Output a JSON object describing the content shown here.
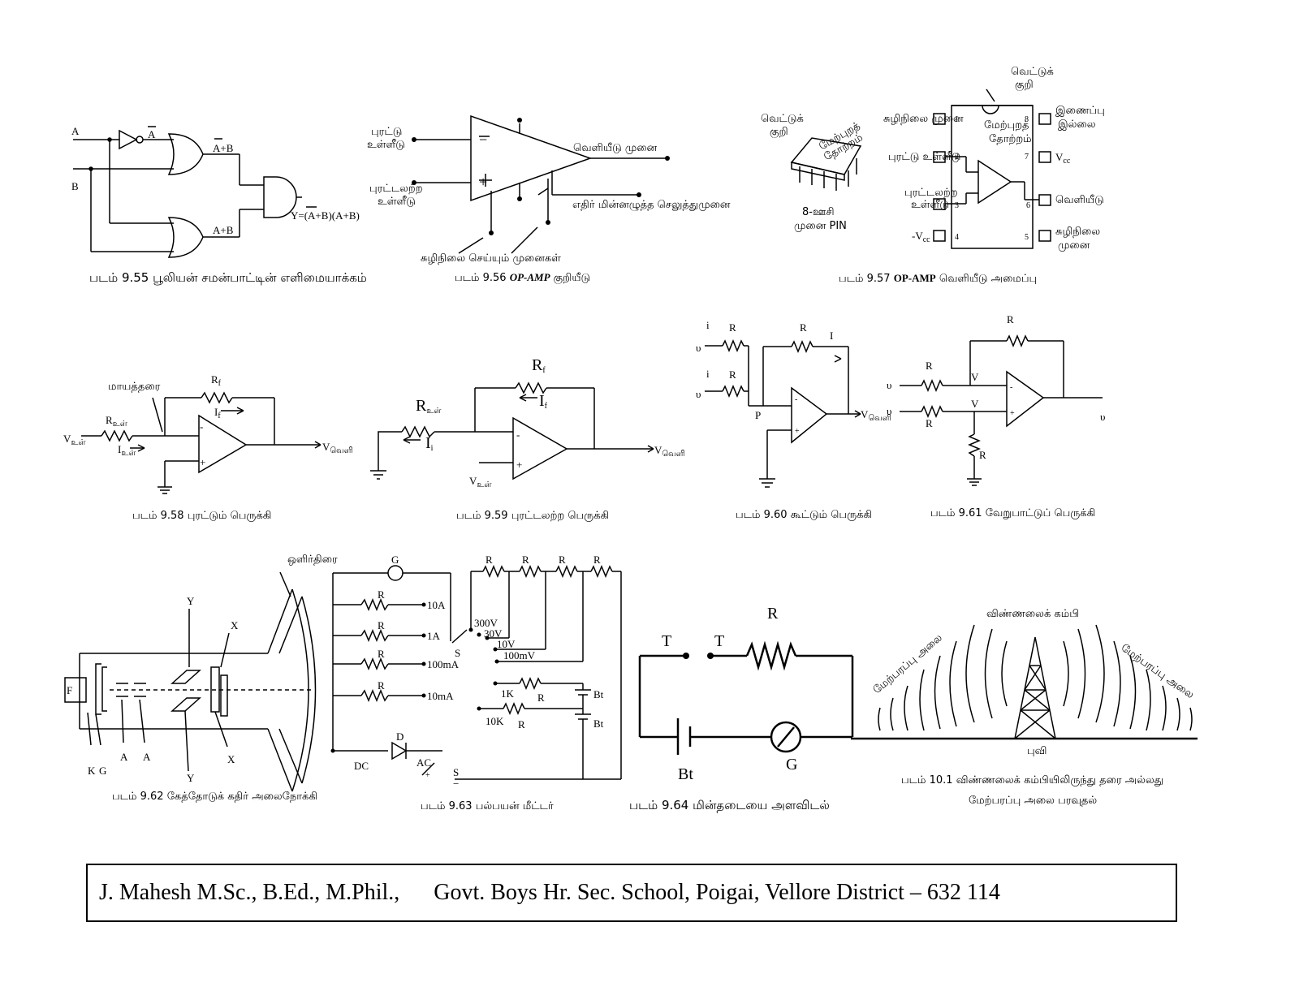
{
  "diagrams": {
    "d955": {
      "labels": {
        "A": "A",
        "B": "B",
        "Abar": "A",
        "AbarB": "A+B",
        "ApB": "A+B",
        "Y": "Y=(A+B)(A+B)"
      },
      "caption": "படம் 9.55 பூலியன் சமன்பாட்டின் எளிமையாக்கம்"
    },
    "d956": {
      "labels": {
        "inv_in_1": "புரட்டு",
        "inv_in_2": "உள்ளீடு",
        "noninv_in_1": "புரட்டலற்ற",
        "noninv_in_2": "உள்ளீடு",
        "output": "வெளியீடு முனை",
        "supply": "எதிர் மின்னழுத்த செலுத்துமுனை",
        "nulling": "சுழிநிலை செய்யும் முனைகள்"
      },
      "caption_a": "படம் 9.56 ",
      "caption_b": "OP-AMP",
      "caption_c": " குறியீடு"
    },
    "d957": {
      "labels": {
        "notch_1": "வெட்டுக்",
        "notch_2": "குறி",
        "chip_1": "மேற்புறத்",
        "chip_2": "தோற்றம்",
        "pin_1": "8-ஊசி",
        "pin_2": "முனை PIN",
        "n1": "சுழிநிலை முனை",
        "n2": "புரட்டு உள்ளீடு",
        "n3a": "புரட்டலற்ற",
        "n3b": "உள்ளீடு",
        "n4": "-V",
        "n4sub": "cc",
        "n8a": "இணைப்பு",
        "n8b": "இல்லை",
        "n7": "V",
        "n7sub": "cc",
        "n6": "வெளியீடு",
        "n5a": "சுழிநிலை",
        "n5b": "முனை",
        "top_view_1": "மேற்புறத்",
        "top_view_2": "தோற்றம்",
        "notch_top_1": "வெட்டுக்",
        "notch_top_2": "குறி"
      },
      "pins": [
        "1",
        "2",
        "3",
        "4",
        "8",
        "7",
        "6",
        "5"
      ],
      "caption_a": "படம் 9.57 ",
      "caption_b": "OP-AMP",
      "caption_c": " வெளியீடு அமைப்பு"
    },
    "d958": {
      "labels": {
        "vg": "மாயத்தரை",
        "Rin": "R",
        "Rin_sub": "உள்",
        "Rf": "R",
        "Rf_sub": "f",
        "If": "I",
        "If_sub": "f",
        "Iin": "I",
        "Iin_sub": "உள்",
        "Vin": "V",
        "Vin_sub": "உள்",
        "Vout": "V",
        "Vout_sub": "வெளி"
      },
      "caption": "படம் 9.58 புரட்டும் பெருக்கி"
    },
    "d959": {
      "labels": {
        "Rin": "R",
        "Rin_sub": "உள்",
        "Rf": "R",
        "Rf_sub": "f",
        "If": "I",
        "If_sub": "f",
        "Ii": "I",
        "Ii_sub": "i",
        "Vin": "V",
        "Vin_sub": "உள்",
        "Vout": "V",
        "Vout_sub": "வெளி"
      },
      "caption": "படம் 9.59 புரட்டலற்ற பெருக்கி"
    },
    "d960": {
      "labels": {
        "i1": "i",
        "v1": "υ",
        "R1": "R",
        "i2": "i",
        "v2": "υ",
        "R2": "R",
        "Rf": "R",
        "If": "I",
        "P": "P",
        "Vout": "V",
        "Vout_sub": "வெளி"
      },
      "caption": "படம் 9.60 கூட்டும் பெருக்கி"
    },
    "d961": {
      "labels": {
        "R4": "R",
        "R3": "R",
        "R1": "R",
        "R2": "R",
        "Vminus": "V",
        "Vplus": "V",
        "v2": "υ",
        "v1": "υ",
        "vo": "υ"
      },
      "caption": "படம் 9.61 வேறுபாட்டுப் பெருக்கி"
    },
    "d962": {
      "labels": {
        "F": "F",
        "screen": "ஒளிர்திரை",
        "Y2": "Y",
        "X2": "X",
        "K": "K",
        "G": "G",
        "A1": "A",
        "A2": "A",
        "Y1": "Y",
        "X1": "X"
      },
      "caption": "படம் 9.62 கேத்தோடுக் கதிர் அலைநோக்கி"
    },
    "d963": {
      "labels": {
        "G": "G",
        "R4p": "R",
        "R3p": "R",
        "R2p": "R",
        "R1p": "R",
        "a10": "10A",
        "a1": "1A",
        "ma100": "100mA",
        "ma10": "10mA",
        "S1": "S",
        "v300": "300V",
        "v30": "30V",
        "v10": "10V",
        "mv100": "100mV",
        "R1": "R",
        "R2": "R",
        "R3": "R",
        "R4": "R",
        "k1": "1K",
        "R5": "R",
        "k10": "10K",
        "R6": "R",
        "Bt1": "Bt",
        "Bt2": "Bt",
        "D": "D",
        "DC": "DC",
        "AC": "AC",
        "S2": "S",
        "plus": "+",
        "minus": "−"
      },
      "caption": "படம் 9.63 பல்பயன் மீட்டர்"
    },
    "d964": {
      "labels": {
        "T1": "T",
        "T2": "T",
        "R": "R",
        "Bt": "Bt",
        "G": "G"
      },
      "caption": "படம் 9.64 மின்தடையை அளவிடல்"
    },
    "d101": {
      "labels": {
        "antenna": "விண்ணலைக் கம்பி",
        "sky_l": "மேற்பரப்பு அலை",
        "sky_r": "மேற்பரப்பு அலை",
        "earth": "புவி"
      },
      "caption_1": "படம் 10.1 விண்ணலைக் கம்பியிலிருந்து தரை அல்லது",
      "caption_2": "மேற்பரப்பு அலை பரவுதல்"
    }
  },
  "footer": {
    "author": "J. Mahesh M.Sc., B.Ed., M.Phil.,",
    "school": "Govt. Boys Hr. Sec. School, Poigai, Vellore District – 632 114"
  }
}
